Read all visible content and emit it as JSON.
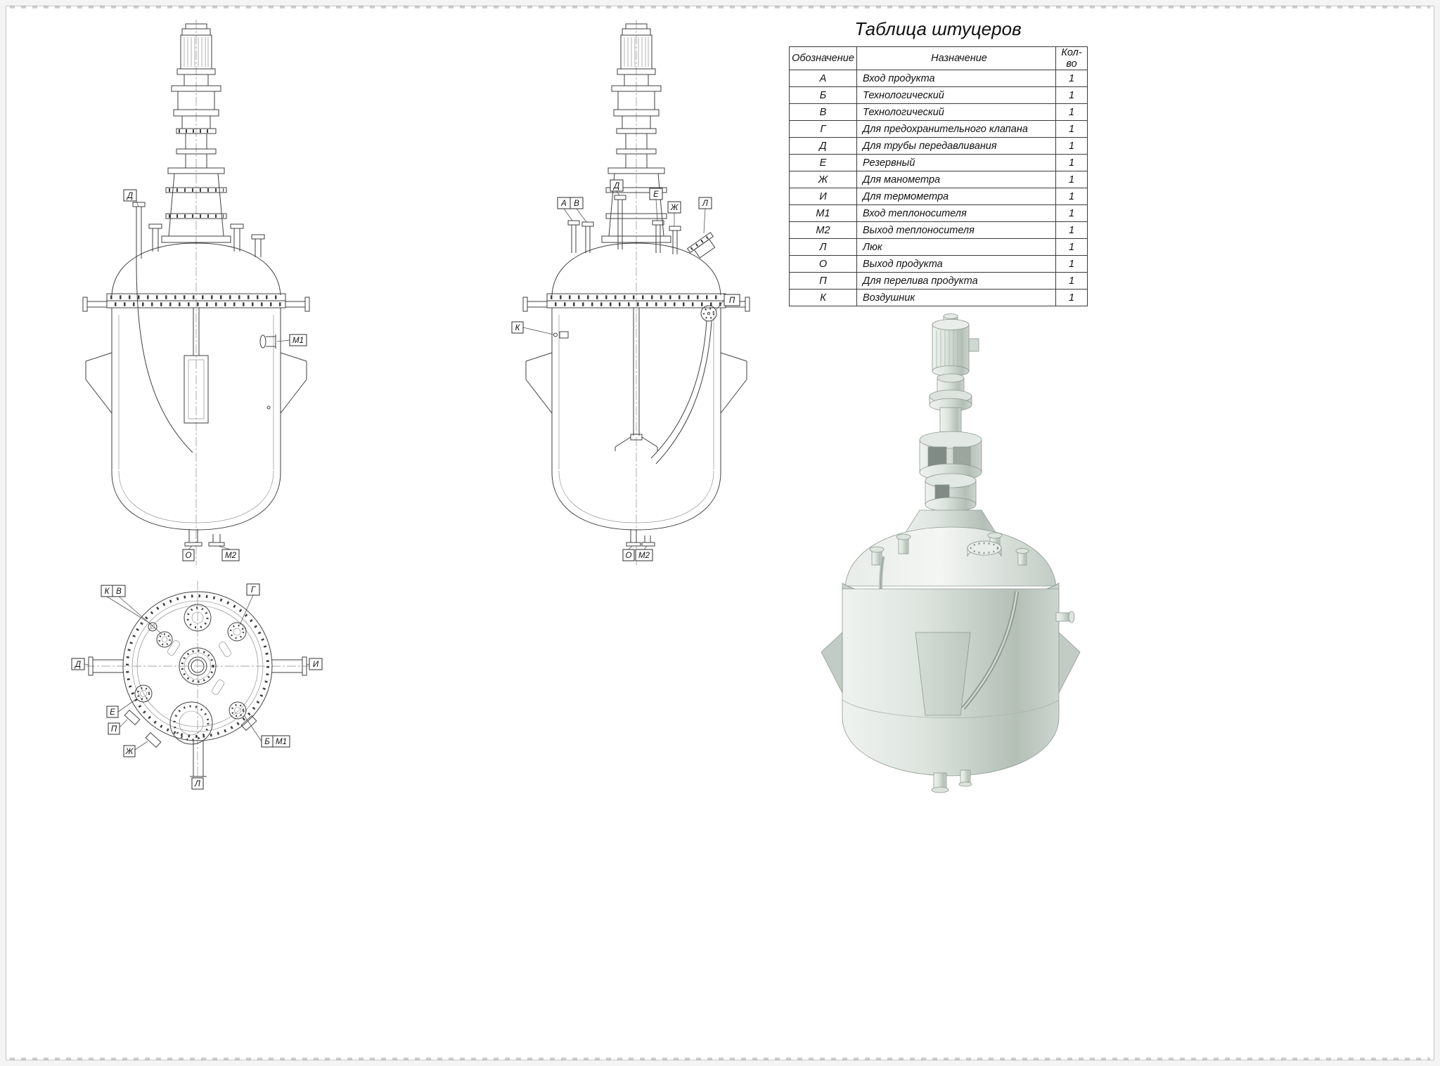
{
  "sheet": {
    "background": "#ffffff",
    "line_color": "#3f3f3f"
  },
  "table": {
    "title": "Таблица штуцеров",
    "headers": [
      "Обозначение",
      "Назначение",
      "Кол-во"
    ],
    "rows": [
      [
        "А",
        "Вход продукта",
        "1"
      ],
      [
        "Б",
        "Технологический",
        "1"
      ],
      [
        "В",
        "Технологический",
        "1"
      ],
      [
        "Г",
        "Для предохранительного клапана",
        "1"
      ],
      [
        "Д",
        "Для трубы передавливания",
        "1"
      ],
      [
        "Е",
        "Резервный",
        "1"
      ],
      [
        "Ж",
        "Для манометра",
        "1"
      ],
      [
        "И",
        "Для термометра",
        "1"
      ],
      [
        "М1",
        "Вход теплоносителя",
        "1"
      ],
      [
        "М2",
        "Выход теплоносителя",
        "1"
      ],
      [
        "Л",
        "Люк",
        "1"
      ],
      [
        "О",
        "Выход продукта",
        "1"
      ],
      [
        "П",
        "Для перелива продукта",
        "1"
      ],
      [
        "К",
        "Воздушник",
        "1"
      ]
    ]
  },
  "callouts": {
    "front": {
      "d": "Д",
      "m1": "М1",
      "o": "О",
      "m2": "М2"
    },
    "section": {
      "a": "А",
      "v": "В",
      "d": "Д",
      "e": "Е",
      "zh": "Ж",
      "l": "Л",
      "p": "П",
      "k": "К",
      "o": "О",
      "m2": "М2"
    },
    "plan": {
      "k": "К",
      "v": "В",
      "g": "Г",
      "d": "Д",
      "i": "И",
      "e": "Е",
      "p": "П",
      "zh": "Ж",
      "b": "Б",
      "m1": "М1",
      "l": "Л"
    }
  },
  "colors": {
    "render_light": "#f2f5f2",
    "render_mid": "#d7dfd8",
    "render_dark": "#aab5ad"
  }
}
